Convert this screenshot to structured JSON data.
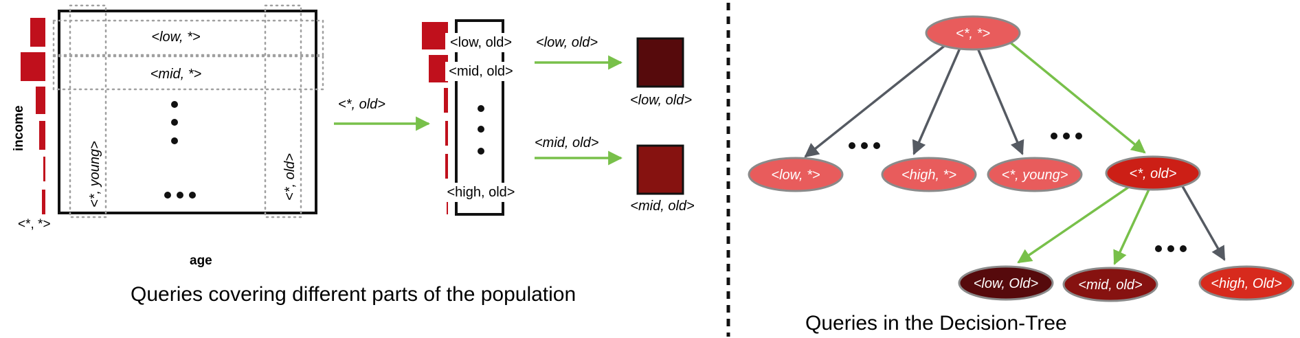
{
  "colors": {
    "bar_red": "#c0101c",
    "node_light": "#e85c5c",
    "node_old": "#cc1f16",
    "node_low_old": "#560a0c",
    "node_mid_old": "#861210",
    "node_high_old": "#d72a1d",
    "arrow_green": "#78c04a",
    "arrow_gray": "#555a62",
    "node_stroke": "#8a8a8a"
  },
  "left": {
    "axis_y_label": "income",
    "axis_x_label": "age",
    "corner_label": "<*, *>",
    "row_low_label": "<low, *>",
    "row_mid_label": "<mid, *>",
    "col_young_label": "<*, young>",
    "col_old_label": "<*, old>",
    "arrow_label": "<*, old>",
    "stack_low_label": "<low, old>",
    "stack_mid_label": "<mid, old>",
    "stack_high_label": "<high, old>",
    "result_low_top": "<low, old>",
    "result_low_bottom": "<low, old>",
    "result_mid_top": "<mid, old>",
    "result_mid_bottom": "<mid, old>",
    "caption": "Queries covering different parts of the population"
  },
  "tree": {
    "root": "<*, *>",
    "low_star": "<low, *>",
    "high_star": "<high, *>",
    "star_young": "<*, young>",
    "star_old": "<*, old>",
    "low_old": "<low, Old>",
    "mid_old": "<mid, old>",
    "high_old": "<high, Old>",
    "caption": "Queries in the Decision-Tree"
  }
}
